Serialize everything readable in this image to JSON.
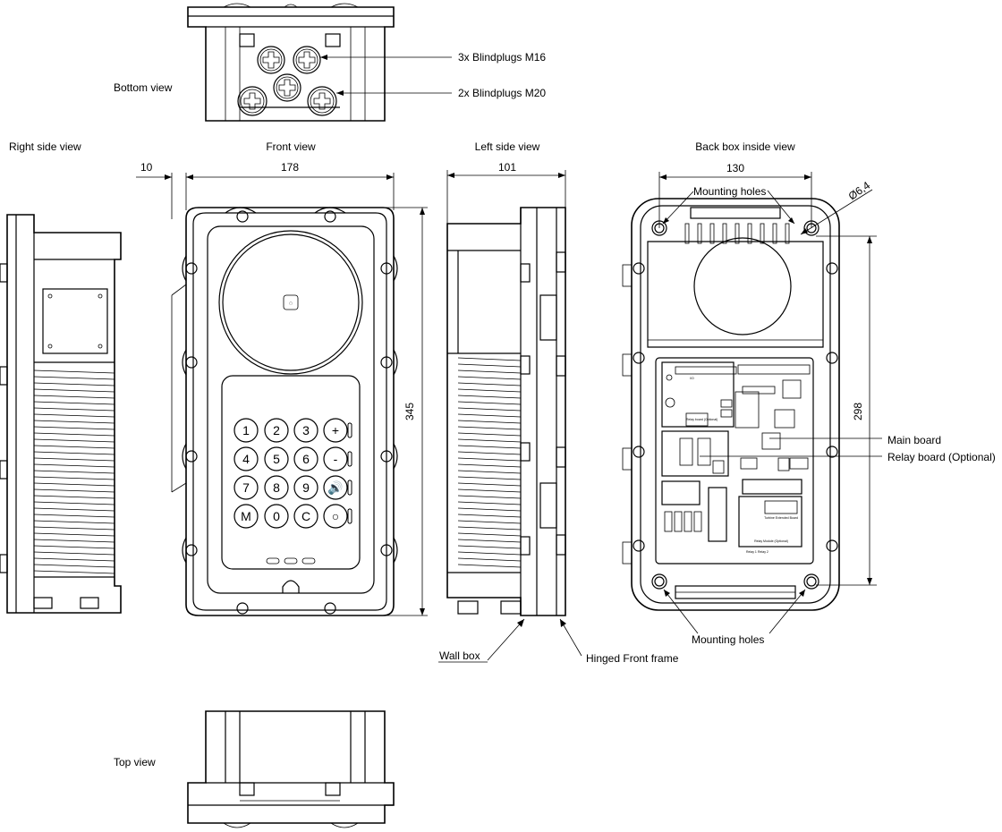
{
  "views": {
    "bottom": "Bottom view",
    "right_side": "Right side view",
    "front": "Front view",
    "left_side": "Left side view",
    "back_box": "Back box inside view",
    "top": "Top view"
  },
  "callouts": {
    "blindplugs_m16": "3x Blindplugs M16",
    "blindplugs_m20": "2x Blindplugs M20",
    "mounting_holes": "Mounting holes",
    "main_board": "Main board",
    "relay_board": "Relay board (Optional)",
    "wall_box": "Wall box",
    "hinged_front_frame": "Hinged Front frame"
  },
  "dimensions": {
    "frame_depth": "10",
    "front_width": "178",
    "front_height": "345",
    "side_depth": "101",
    "hole_spacing_w": "130",
    "hole_diameter": "Ø6,4",
    "hole_spacing_h": "298"
  },
  "keypad": [
    "1",
    "2",
    "3",
    "+",
    "4",
    "5",
    "6",
    "-",
    "7",
    "8",
    "9",
    "🔊",
    "M",
    "0",
    "C",
    "○"
  ],
  "pcb": {
    "relay_board_label": "Relay board (Optional)",
    "extended_board": "Turbine Extended Board",
    "relay_module": "Relay Module (Optional)",
    "relay1": "Relay 1",
    "relay2": "Relay 2",
    "io": "I/O"
  }
}
